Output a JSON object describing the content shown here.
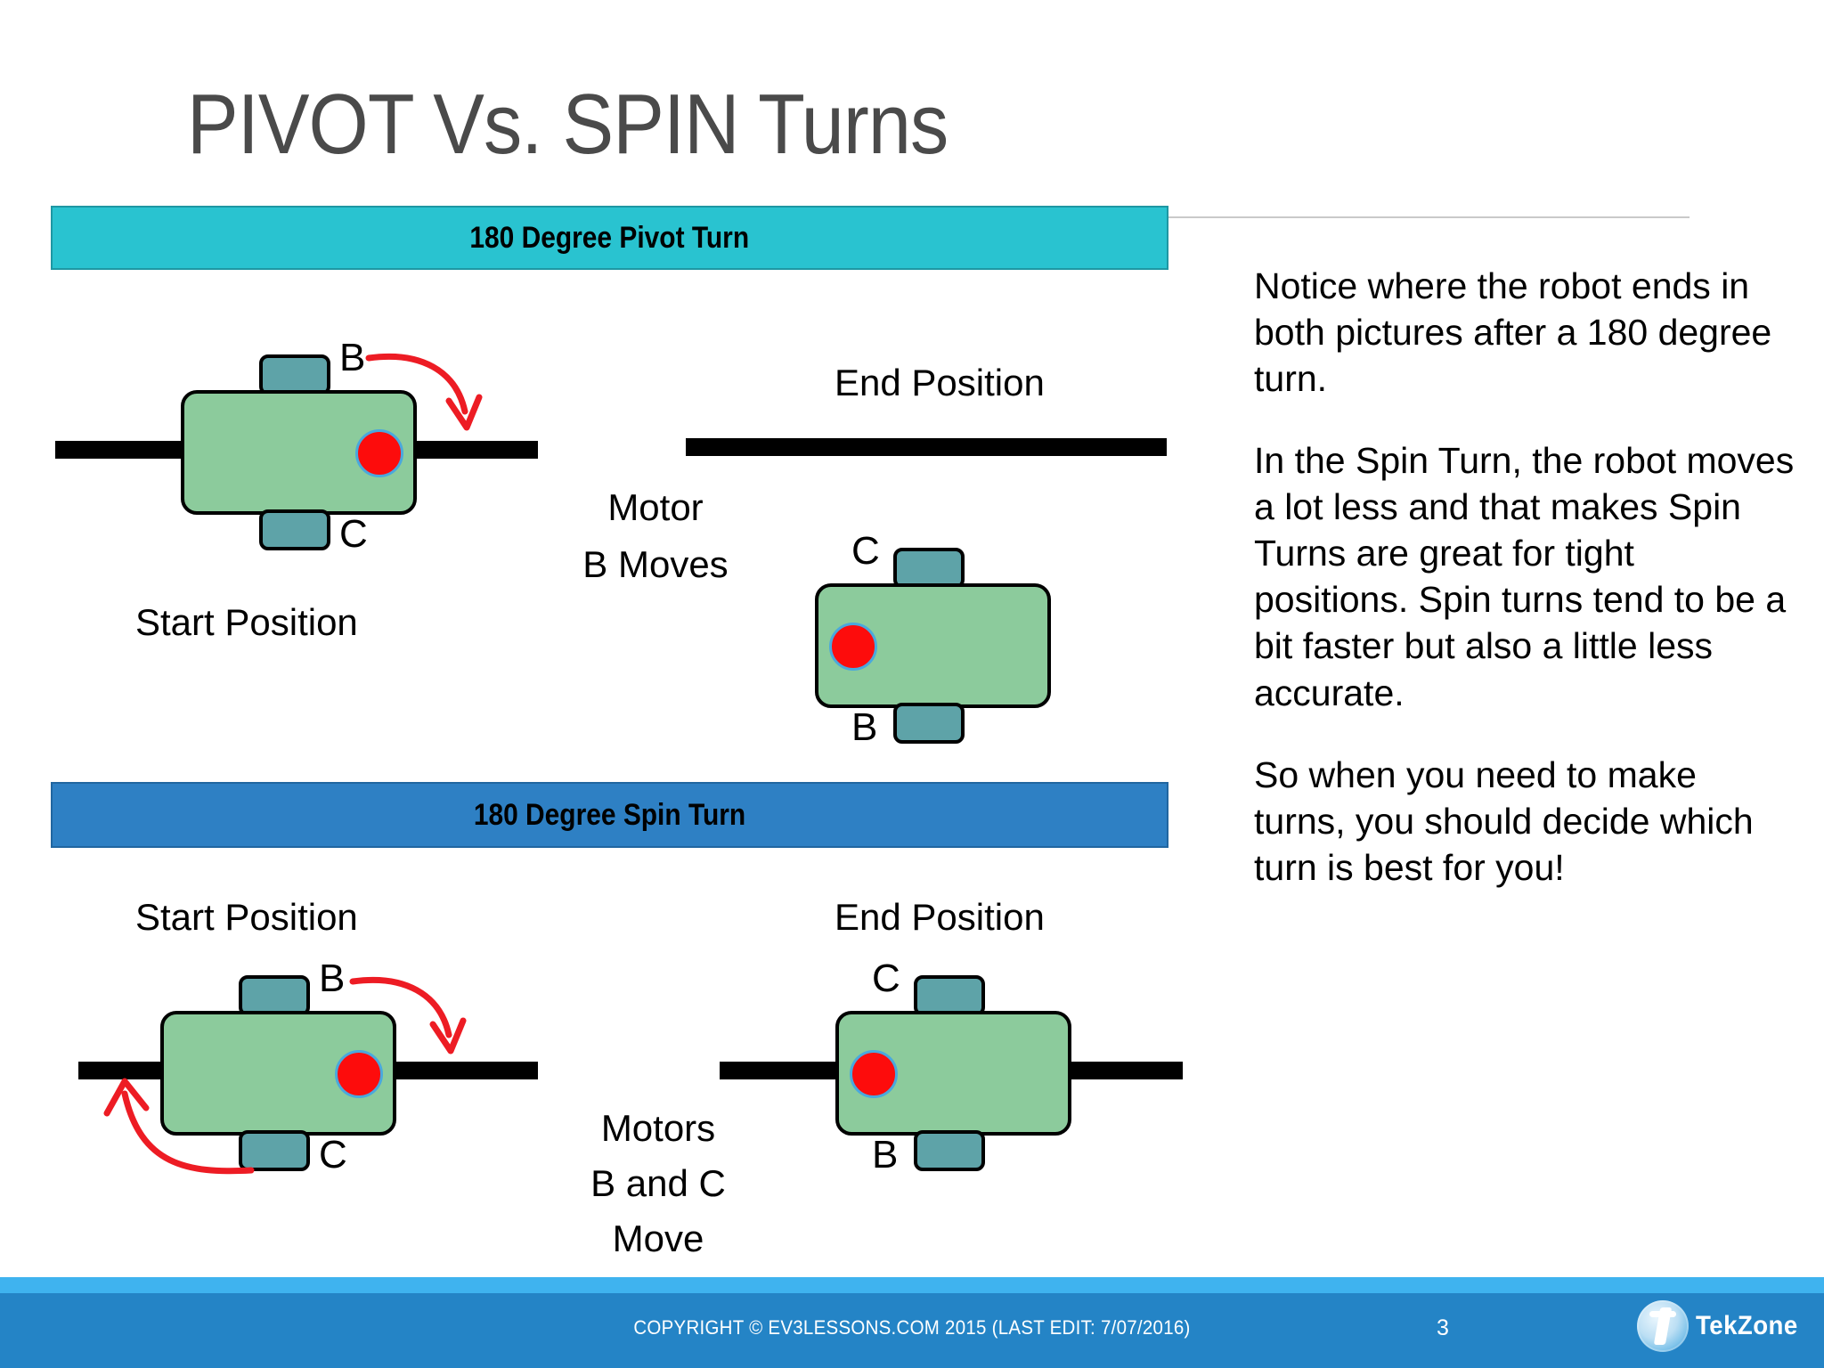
{
  "slide": {
    "title": "PIVOT Vs. SPIN Turns",
    "page_number": "3"
  },
  "sections": [
    {
      "id": "pivot",
      "banner_label": "180 Degree Pivot Turn",
      "banner_color": "#29c3d0",
      "start_label": "Start Position",
      "end_label": "End Position",
      "motor_note": "Motor\nB Moves",
      "motor_note_line1": "Motor",
      "motor_note_line2": "B Moves",
      "start_robot": {
        "top_wheel": "B",
        "bottom_wheel": "C"
      },
      "end_robot": {
        "top_wheel": "C",
        "bottom_wheel": "B"
      }
    },
    {
      "id": "spin",
      "banner_label": "180 Degree Spin Turn",
      "banner_color": "#2e80c4",
      "start_label": "Start Position",
      "end_label": "End Position",
      "motor_note_line1": "Motors",
      "motor_note_line2": "B and C",
      "motor_note_line3": "Move",
      "start_robot": {
        "top_wheel": "B",
        "bottom_wheel": "C"
      },
      "end_robot": {
        "top_wheel": "C",
        "bottom_wheel": "B"
      }
    }
  ],
  "copy": {
    "p1": "Notice where the robot ends in both pictures after a 180 degree turn.",
    "p2": "In the Spin Turn, the robot moves a lot less and that makes Spin Turns are great for tight positions. Spin turns tend to be a bit faster but also a little less accurate.",
    "p3": "So when you need to make turns, you should decide which turn is best for you!"
  },
  "footer": {
    "copyright": "COPYRIGHT © EV3LESSONS.COM 2015 (LAST EDIT: 7/07/2016)",
    "page": "3",
    "logo_text": "TekZone"
  },
  "colors": {
    "teal_banner": "#29c3d0",
    "blue_banner": "#2e80c4",
    "robot_body": "#8ccb9c",
    "robot_wheel": "#5ea3a8",
    "sensor_dot": "#fd0c0c",
    "sensor_ring": "#4aa8dd",
    "arrow": "#ed1c24",
    "footer_band": "#2484c6",
    "footer_strip": "#3fb3ef",
    "title_text": "#4a4a4a"
  }
}
